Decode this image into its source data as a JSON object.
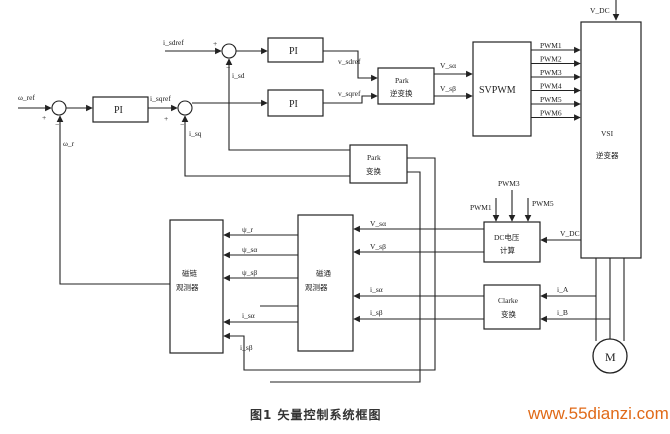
{
  "caption": "图1 矢量控制系统框图",
  "watermark": "www.55dianzi.com",
  "blocks": {
    "pi_top": "PI",
    "pi_mid": "PI",
    "pi_speed": "PI",
    "park_inv_line1": "Park",
    "park_inv_line2": "逆变换",
    "svpwm": "SVPWM",
    "inverter_line1": "VSI",
    "inverter_line2": "逆变器",
    "park_line1": "Park",
    "park_line2": "变换",
    "dcm_line1": "DC电压",
    "dcm_line2": "计算",
    "clarke_line1": "Clarke",
    "clarke_line2": "变换",
    "observer_line1": "磁通",
    "observer_line2": "观测器",
    "flux_line1": "磁链",
    "flux_line2": "观测器",
    "motor": "M"
  },
  "signals": {
    "isd_ref": "i_sdref",
    "isq_ref": "i_sqref",
    "omega_ref": "ω_ref",
    "omega_fb": "ω_r",
    "isd_fb": "i_sd",
    "isq_fb": "i_sq",
    "vsd_ref": "v_sdref",
    "vsq_ref": "v_sqref",
    "v_alpha": "V_sα",
    "v_beta": "V_sβ",
    "vdc": "V_DC",
    "pwm_outputs": [
      "PWM1",
      "PWM2",
      "PWM3",
      "PWM4",
      "PWM5",
      "PWM6"
    ],
    "pwm_in_left": "PWM1",
    "pwm_in_mid": "PWM3",
    "pwm_in_right": "PWM5",
    "vdc_in": "V_DC",
    "obs_v1": "V_sα",
    "obs_v2": "V_sβ",
    "obs_i1": "i_sα",
    "obs_i2": "i_sβ",
    "clarke_ia": "i_A",
    "clarke_ib": "i_B",
    "flux_out_1": "ψ_r",
    "flux_out_2": "ψ_sα",
    "flux_out_3": "ψ_sβ",
    "flux_in_1": "i_sα",
    "flux_in_2": "i_sβ",
    "plus": "+",
    "minus": "−"
  }
}
